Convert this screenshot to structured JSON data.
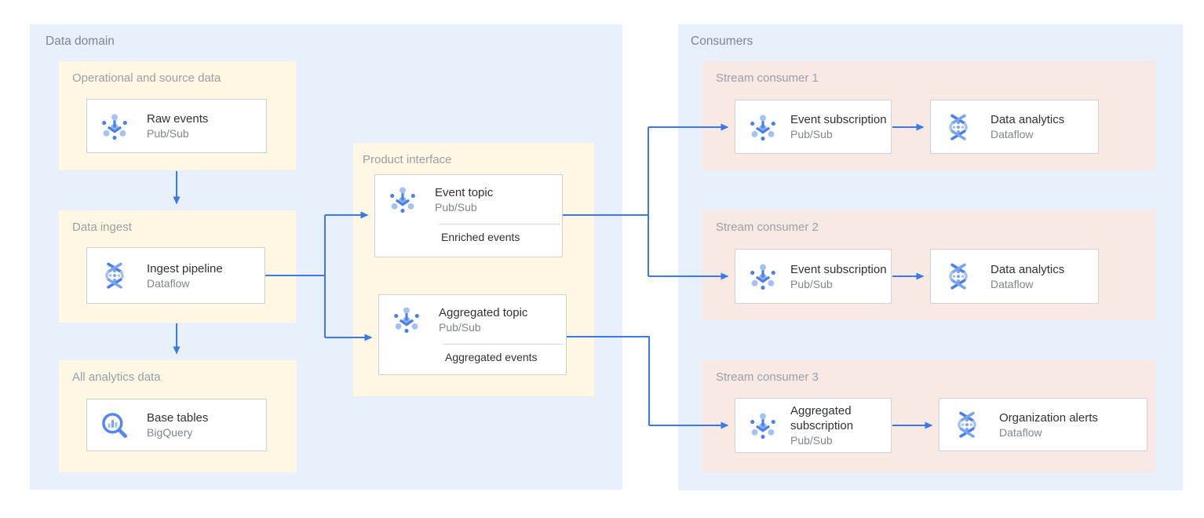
{
  "data_domain": {
    "label": "Data domain",
    "operational": {
      "label": "Operational and source data",
      "card": {
        "title": "Raw events",
        "product": "Pub/Sub",
        "icon": "pubsub-icon"
      }
    },
    "ingest": {
      "label": "Data ingest",
      "card": {
        "title": "Ingest pipeline",
        "product": "Dataflow",
        "icon": "dataflow-icon"
      }
    },
    "analytics": {
      "label": "All analytics data",
      "card": {
        "title": "Base tables",
        "product": "BigQuery",
        "icon": "bigquery-icon"
      }
    },
    "product_interface": {
      "label": "Product interface",
      "event_topic": {
        "title": "Event topic",
        "product": "Pub/Sub",
        "note": "Enriched events",
        "icon": "pubsub-icon"
      },
      "aggregated_topic": {
        "title": "Aggregated topic",
        "product": "Pub/Sub",
        "note": "Aggregated events",
        "icon": "pubsub-icon"
      }
    }
  },
  "consumers": {
    "label": "Consumers",
    "stream1": {
      "label": "Stream consumer 1",
      "subscription": {
        "title": "Event subscription",
        "product": "Pub/Sub",
        "icon": "pubsub-icon"
      },
      "processor": {
        "title": "Data analytics",
        "product": "Dataflow",
        "icon": "dataflow-icon"
      }
    },
    "stream2": {
      "label": "Stream consumer 2",
      "subscription": {
        "title": "Event subscription",
        "product": "Pub/Sub",
        "icon": "pubsub-icon"
      },
      "processor": {
        "title": "Data analytics",
        "product": "Dataflow",
        "icon": "dataflow-icon"
      }
    },
    "stream3": {
      "label": "Stream consumer 3",
      "subscription": {
        "title": "Aggregated subscription",
        "product": "Pub/Sub",
        "icon": "pubsub-icon"
      },
      "processor": {
        "title": "Organization alerts",
        "product": "Dataflow",
        "icon": "dataflow-icon"
      }
    }
  },
  "colors": {
    "arrow": "#3b78e8",
    "domain_background": "#e8f0fb",
    "group_background": "#fdf7e3",
    "consumer_group_background": "#f8e9e5",
    "label_gray": "#80868b",
    "card_border": "#cfd1d4"
  }
}
